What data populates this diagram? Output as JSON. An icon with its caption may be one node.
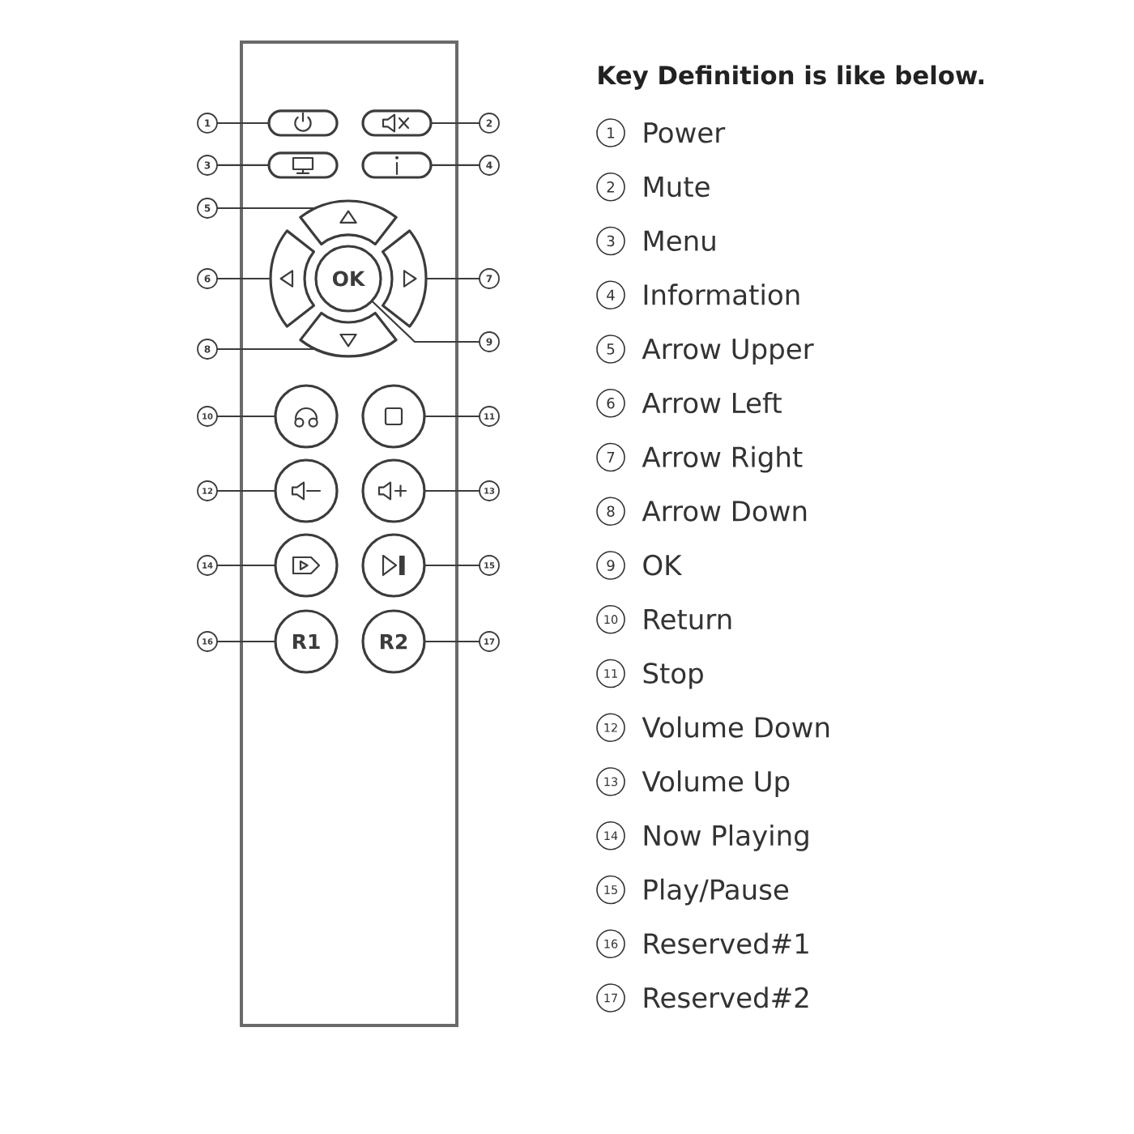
{
  "diagram": {
    "title": "Key Definition is like below.",
    "nodes": [
      {
        "text": [],
        "shape": "box"
      },
      {
        "text": [],
        "shape": "box",
        "in": 0
      },
      {
        "text": [],
        "shape": "box",
        "in": 0
      },
      {
        "text": [],
        "shape": "box",
        "in": 0
      },
      {
        "text": [],
        "shape": "box",
        "in": 0
      },
      {
        "text": [],
        "shape": "arc",
        "in": 0
      },
      {
        "text": [],
        "shape": "arc",
        "in": 0
      },
      {
        "text": [],
        "shape": "arc",
        "in": 0
      },
      {
        "text": [],
        "shape": "arc",
        "in": 0
      },
      {
        "text": [
          "OK"
        ],
        "in": 0
      },
      {
        "text": [],
        "shape": "circle",
        "in": 0
      },
      {
        "text": [],
        "shape": "circle",
        "in": 0
      },
      {
        "text": [],
        "shape": "circle",
        "in": 0
      },
      {
        "text": [],
        "shape": "circle",
        "in": 0
      },
      {
        "text": [],
        "shape": "circle",
        "in": 0
      },
      {
        "text": [],
        "shape": "circle",
        "in": 0
      },
      {
        "text": [
          "R1"
        ],
        "in": 0
      },
      {
        "text": [
          "R2"
        ],
        "in": 0
      },
      {
        "text": [
          "1"
        ]
      },
      {
        "text": [
          "2"
        ]
      },
      {
        "text": [
          "3"
        ]
      },
      {
        "text": [
          "4"
        ]
      },
      {
        "text": [
          "5"
        ]
      },
      {
        "text": [
          "6"
        ]
      },
      {
        "text": [
          "7"
        ]
      },
      {
        "text": [
          "8"
        ]
      },
      {
        "text": [
          "9"
        ]
      },
      {
        "text": [
          "10"
        ]
      },
      {
        "text": [
          "11"
        ]
      },
      {
        "text": [
          "12"
        ]
      },
      {
        "text": [
          "13"
        ]
      },
      {
        "text": [
          "14"
        ]
      },
      {
        "text": [
          "15"
        ]
      },
      {
        "text": [
          "16"
        ]
      },
      {
        "text": [
          "17"
        ]
      }
    ],
    "edges": [
      {
        "from": 18,
        "to": 1,
        "arrow": "none"
      },
      {
        "from": 19,
        "to": 2,
        "arrow": "none"
      },
      {
        "from": 20,
        "to": 3,
        "arrow": "none"
      },
      {
        "from": 21,
        "to": 4,
        "arrow": "none"
      },
      {
        "from": 22,
        "to": 5,
        "arrow": "none"
      },
      {
        "from": 23,
        "to": 6,
        "arrow": "none"
      },
      {
        "from": 24,
        "to": 7,
        "arrow": "none"
      },
      {
        "from": 25,
        "to": 8,
        "arrow": "none"
      },
      {
        "from": 26,
        "to": 9,
        "arrow": "none"
      },
      {
        "from": 27,
        "to": 10,
        "arrow": "none"
      },
      {
        "from": 28,
        "to": 11,
        "arrow": "none"
      },
      {
        "from": 29,
        "to": 12,
        "arrow": "none"
      },
      {
        "from": 30,
        "to": 13,
        "arrow": "none"
      },
      {
        "from": 31,
        "to": 14,
        "arrow": "none"
      },
      {
        "from": 32,
        "to": 15,
        "arrow": "none"
      },
      {
        "from": 33,
        "to": 16,
        "arrow": "none"
      },
      {
        "from": 34,
        "to": 17,
        "arrow": "none"
      }
    ],
    "labels": [
      "1",
      "Power",
      "2",
      "Mute",
      "3",
      "Menu",
      "4",
      "Information",
      "5",
      "Arrow Upper",
      "6",
      "Arrow Left",
      "7",
      "Arrow Right",
      "8",
      "Arrow Down",
      "9",
      "OK",
      "10",
      "Return",
      "11",
      "Stop",
      "12",
      "Volume Down",
      "13",
      "Volume Up",
      "14",
      "Now Playing",
      "15",
      "Play/Pause",
      "16",
      "Reserved#1",
      "17",
      "Reserved#2"
    ]
  }
}
